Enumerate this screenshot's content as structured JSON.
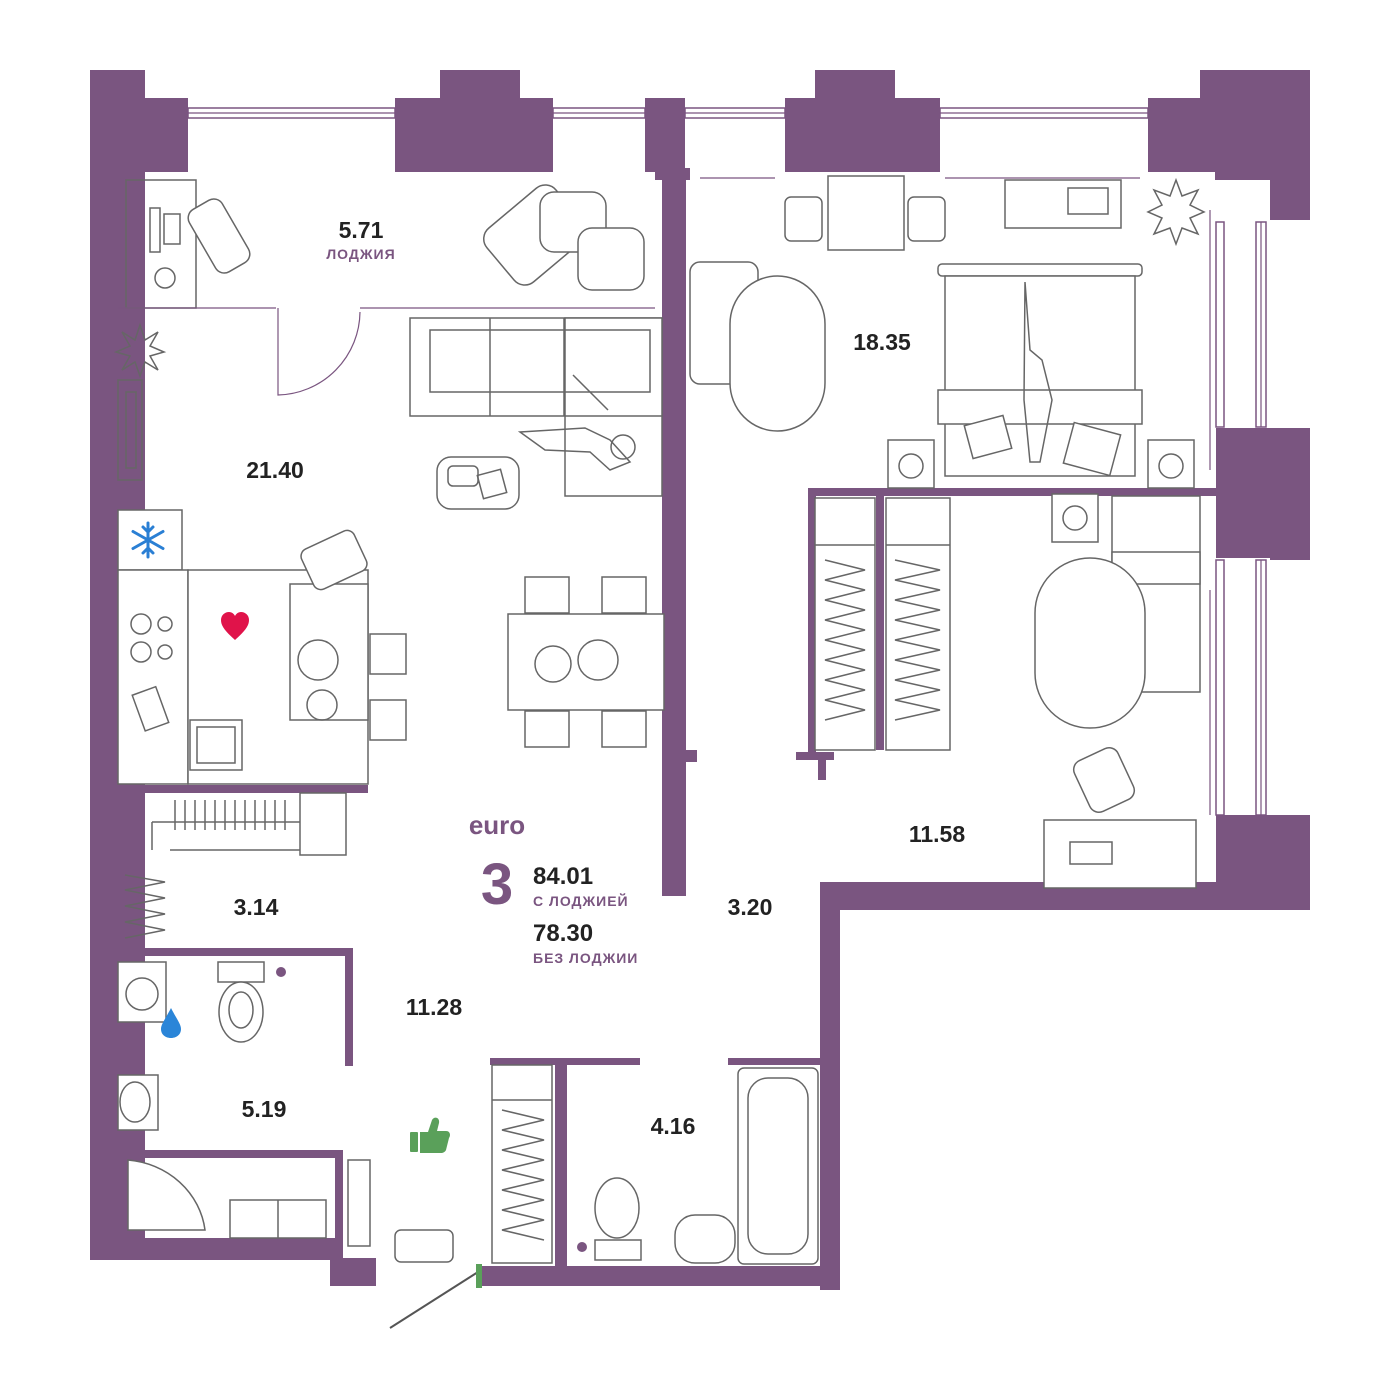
{
  "apartment": {
    "type_label": "euro",
    "rooms_count": "3",
    "total_area": "84.01",
    "total_area_note": "С ЛОДЖИЕЙ",
    "net_area": "78.30",
    "net_area_note": "БЕЗ ЛОДЖИИ"
  },
  "rooms": {
    "loggia": {
      "area": "5.71",
      "label": "ЛОДЖИЯ"
    },
    "living": {
      "area": "21.40"
    },
    "bedroom_main": {
      "area": "18.35"
    },
    "bedroom_second": {
      "area": "11.58"
    },
    "corridor_right": {
      "area": "3.20"
    },
    "storage": {
      "area": "3.14"
    },
    "hall": {
      "area": "11.28"
    },
    "bath_left": {
      "area": "5.19"
    },
    "bath_right": {
      "area": "4.16"
    }
  },
  "icons": {
    "heart": "heart-icon",
    "snowflake": "snowflake-icon",
    "water_drop": "water-drop-icon",
    "thumbs_up": "thumbs-up-icon"
  },
  "colors": {
    "wall": "#7a5580",
    "accent_text": "#7a5580",
    "heart": "#e0134a",
    "snowflake": "#2a7fd4",
    "water_drop": "#2a85d8",
    "thumbs_up": "#5aa05a"
  }
}
